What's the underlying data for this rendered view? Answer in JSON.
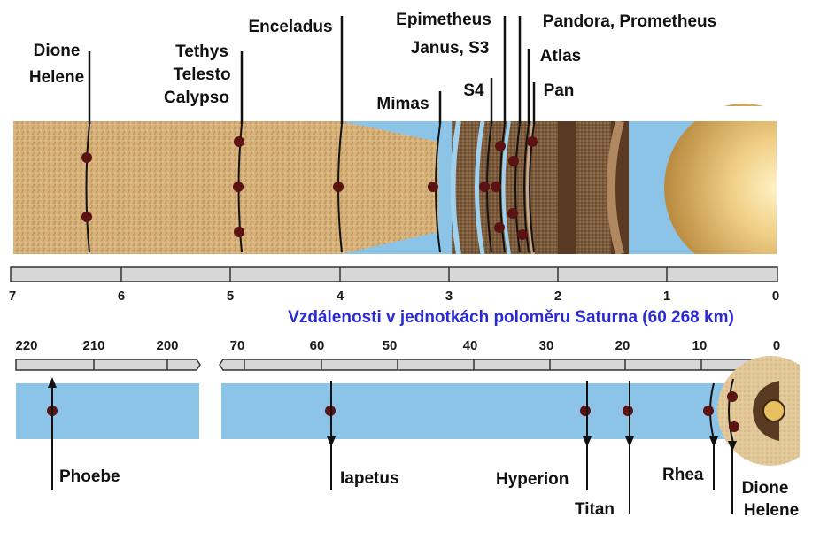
{
  "caption": "Vzdálenosti v jednotkách poloměru Saturna (60 268 km)",
  "colors": {
    "caption": "#2b2bd6",
    "space": "#8cc4e8",
    "ring_band": "#9fd0ee",
    "sand": "#d4b27e",
    "moon": "#5a1212",
    "scale_bar": "#d7d7d7"
  },
  "inner_scale": {
    "ticks": [
      "7",
      "6",
      "5",
      "4",
      "3",
      "2",
      "1",
      "0"
    ]
  },
  "outer_scale": {
    "ticks": [
      "220",
      "210",
      "200",
      "70",
      "60",
      "50",
      "40",
      "30",
      "20",
      "10",
      "0"
    ]
  },
  "inner_moons": [
    {
      "lines": [
        "Dione",
        "Helene"
      ]
    },
    {
      "lines": [
        "Tethys",
        "Telesto",
        "Calypso"
      ]
    },
    {
      "lines": [
        "Enceladus"
      ]
    },
    {
      "lines": [
        "Mimas"
      ]
    },
    {
      "lines": [
        "S4"
      ]
    },
    {
      "lines": [
        "Epimetheus"
      ]
    },
    {
      "lines": [
        "Janus,  S3"
      ]
    },
    {
      "lines": [
        "Pandora, Prometheus"
      ]
    },
    {
      "lines": [
        "Atlas"
      ]
    },
    {
      "lines": [
        "Pan"
      ]
    }
  ],
  "outer_moons": [
    {
      "lines": [
        "Phoebe"
      ]
    },
    {
      "lines": [
        "Iapetus"
      ]
    },
    {
      "lines": [
        "Hyperion"
      ]
    },
    {
      "lines": [
        "Titan"
      ]
    },
    {
      "lines": [
        "Rhea"
      ]
    },
    {
      "lines": [
        "Dione",
        "Helene"
      ]
    }
  ]
}
